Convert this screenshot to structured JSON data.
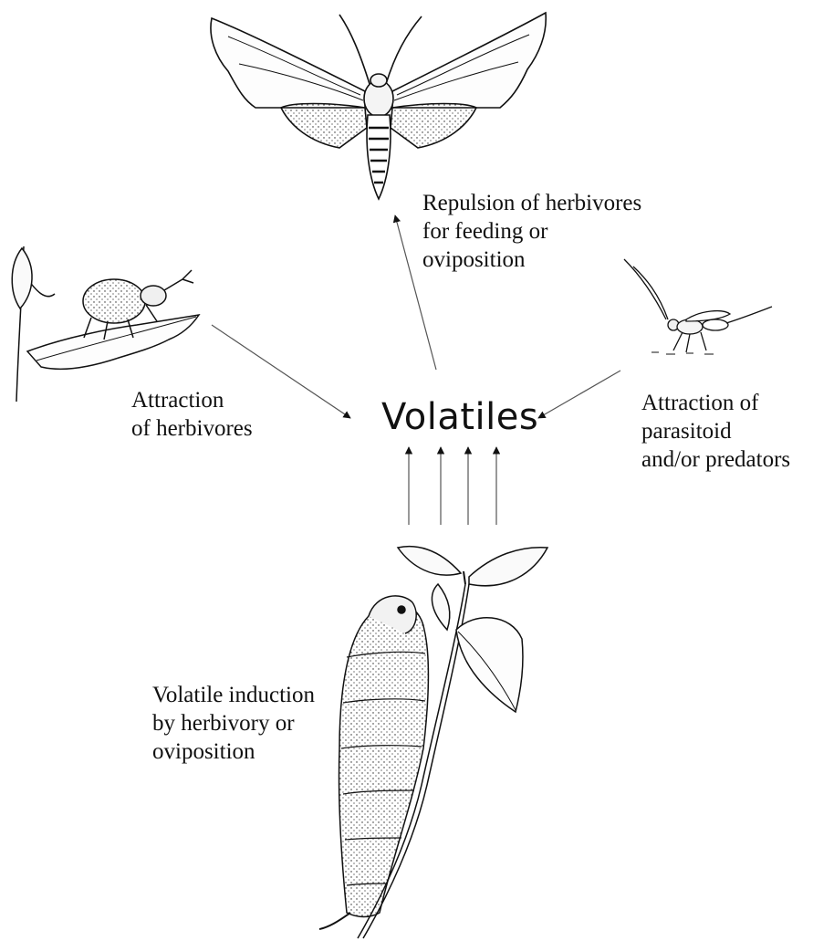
{
  "center_label": "Volatiles",
  "labels": {
    "repulsion": "Repulsion of herbivores\nfor feeding  or\noviposition",
    "attraction_herbivores": "Attraction\nof herbivores",
    "attraction_parasitoid": "Attraction of\n parasitoid\n  and/or predators",
    "induction": "Volatile induction\nby herbivory or\noviposition"
  },
  "icons": {
    "moth": "hawk-moth-icon",
    "beetle": "weevil-on-leaf-icon",
    "wasp": "parasitoid-wasp-icon",
    "caterpillar": "caterpillar-on-plant-icon"
  },
  "colors": {
    "ink": "#111111",
    "arrow": "#555555",
    "background": "#ffffff"
  }
}
